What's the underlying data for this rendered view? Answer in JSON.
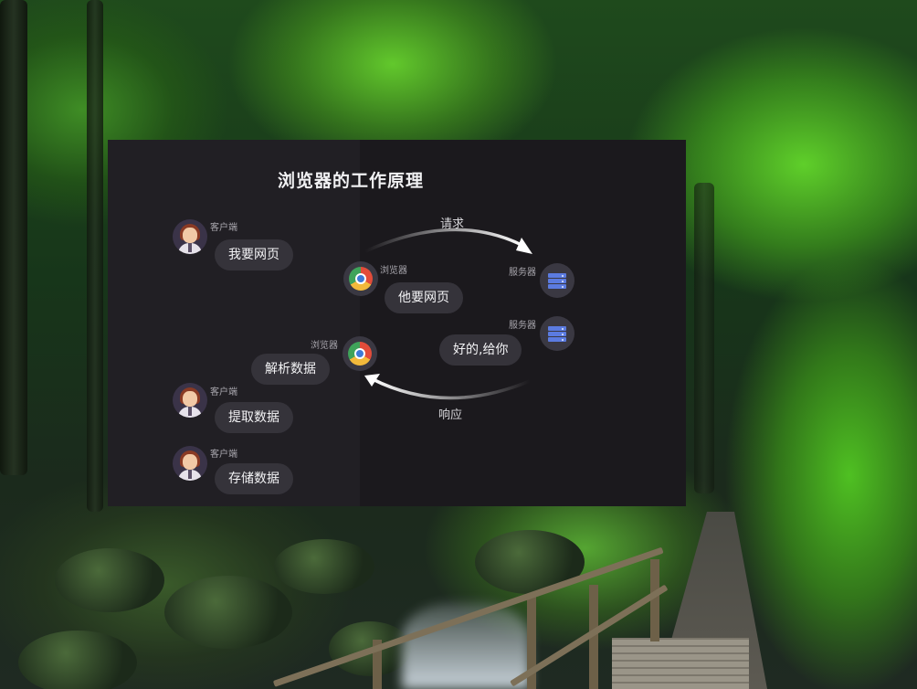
{
  "diagram": {
    "title": "浏览器的工作原理",
    "roles": {
      "client": "客户端",
      "browser": "浏览器",
      "server": "服务器"
    },
    "messages": {
      "client_request": "我要网页",
      "browser_request": "他要网页",
      "server_reply": "好的,给你",
      "browser_parse": "解析数据",
      "client_extract": "提取数据",
      "client_store": "存储数据"
    },
    "flows": {
      "request": "请求",
      "response": "响应"
    },
    "icons": [
      "client-avatar-icon",
      "chrome-browser-icon",
      "server-icon"
    ],
    "colors": {
      "panel_bg": "#1b191d",
      "bubble_bg": "#35333a",
      "server_slot": "#5b7be0"
    }
  }
}
